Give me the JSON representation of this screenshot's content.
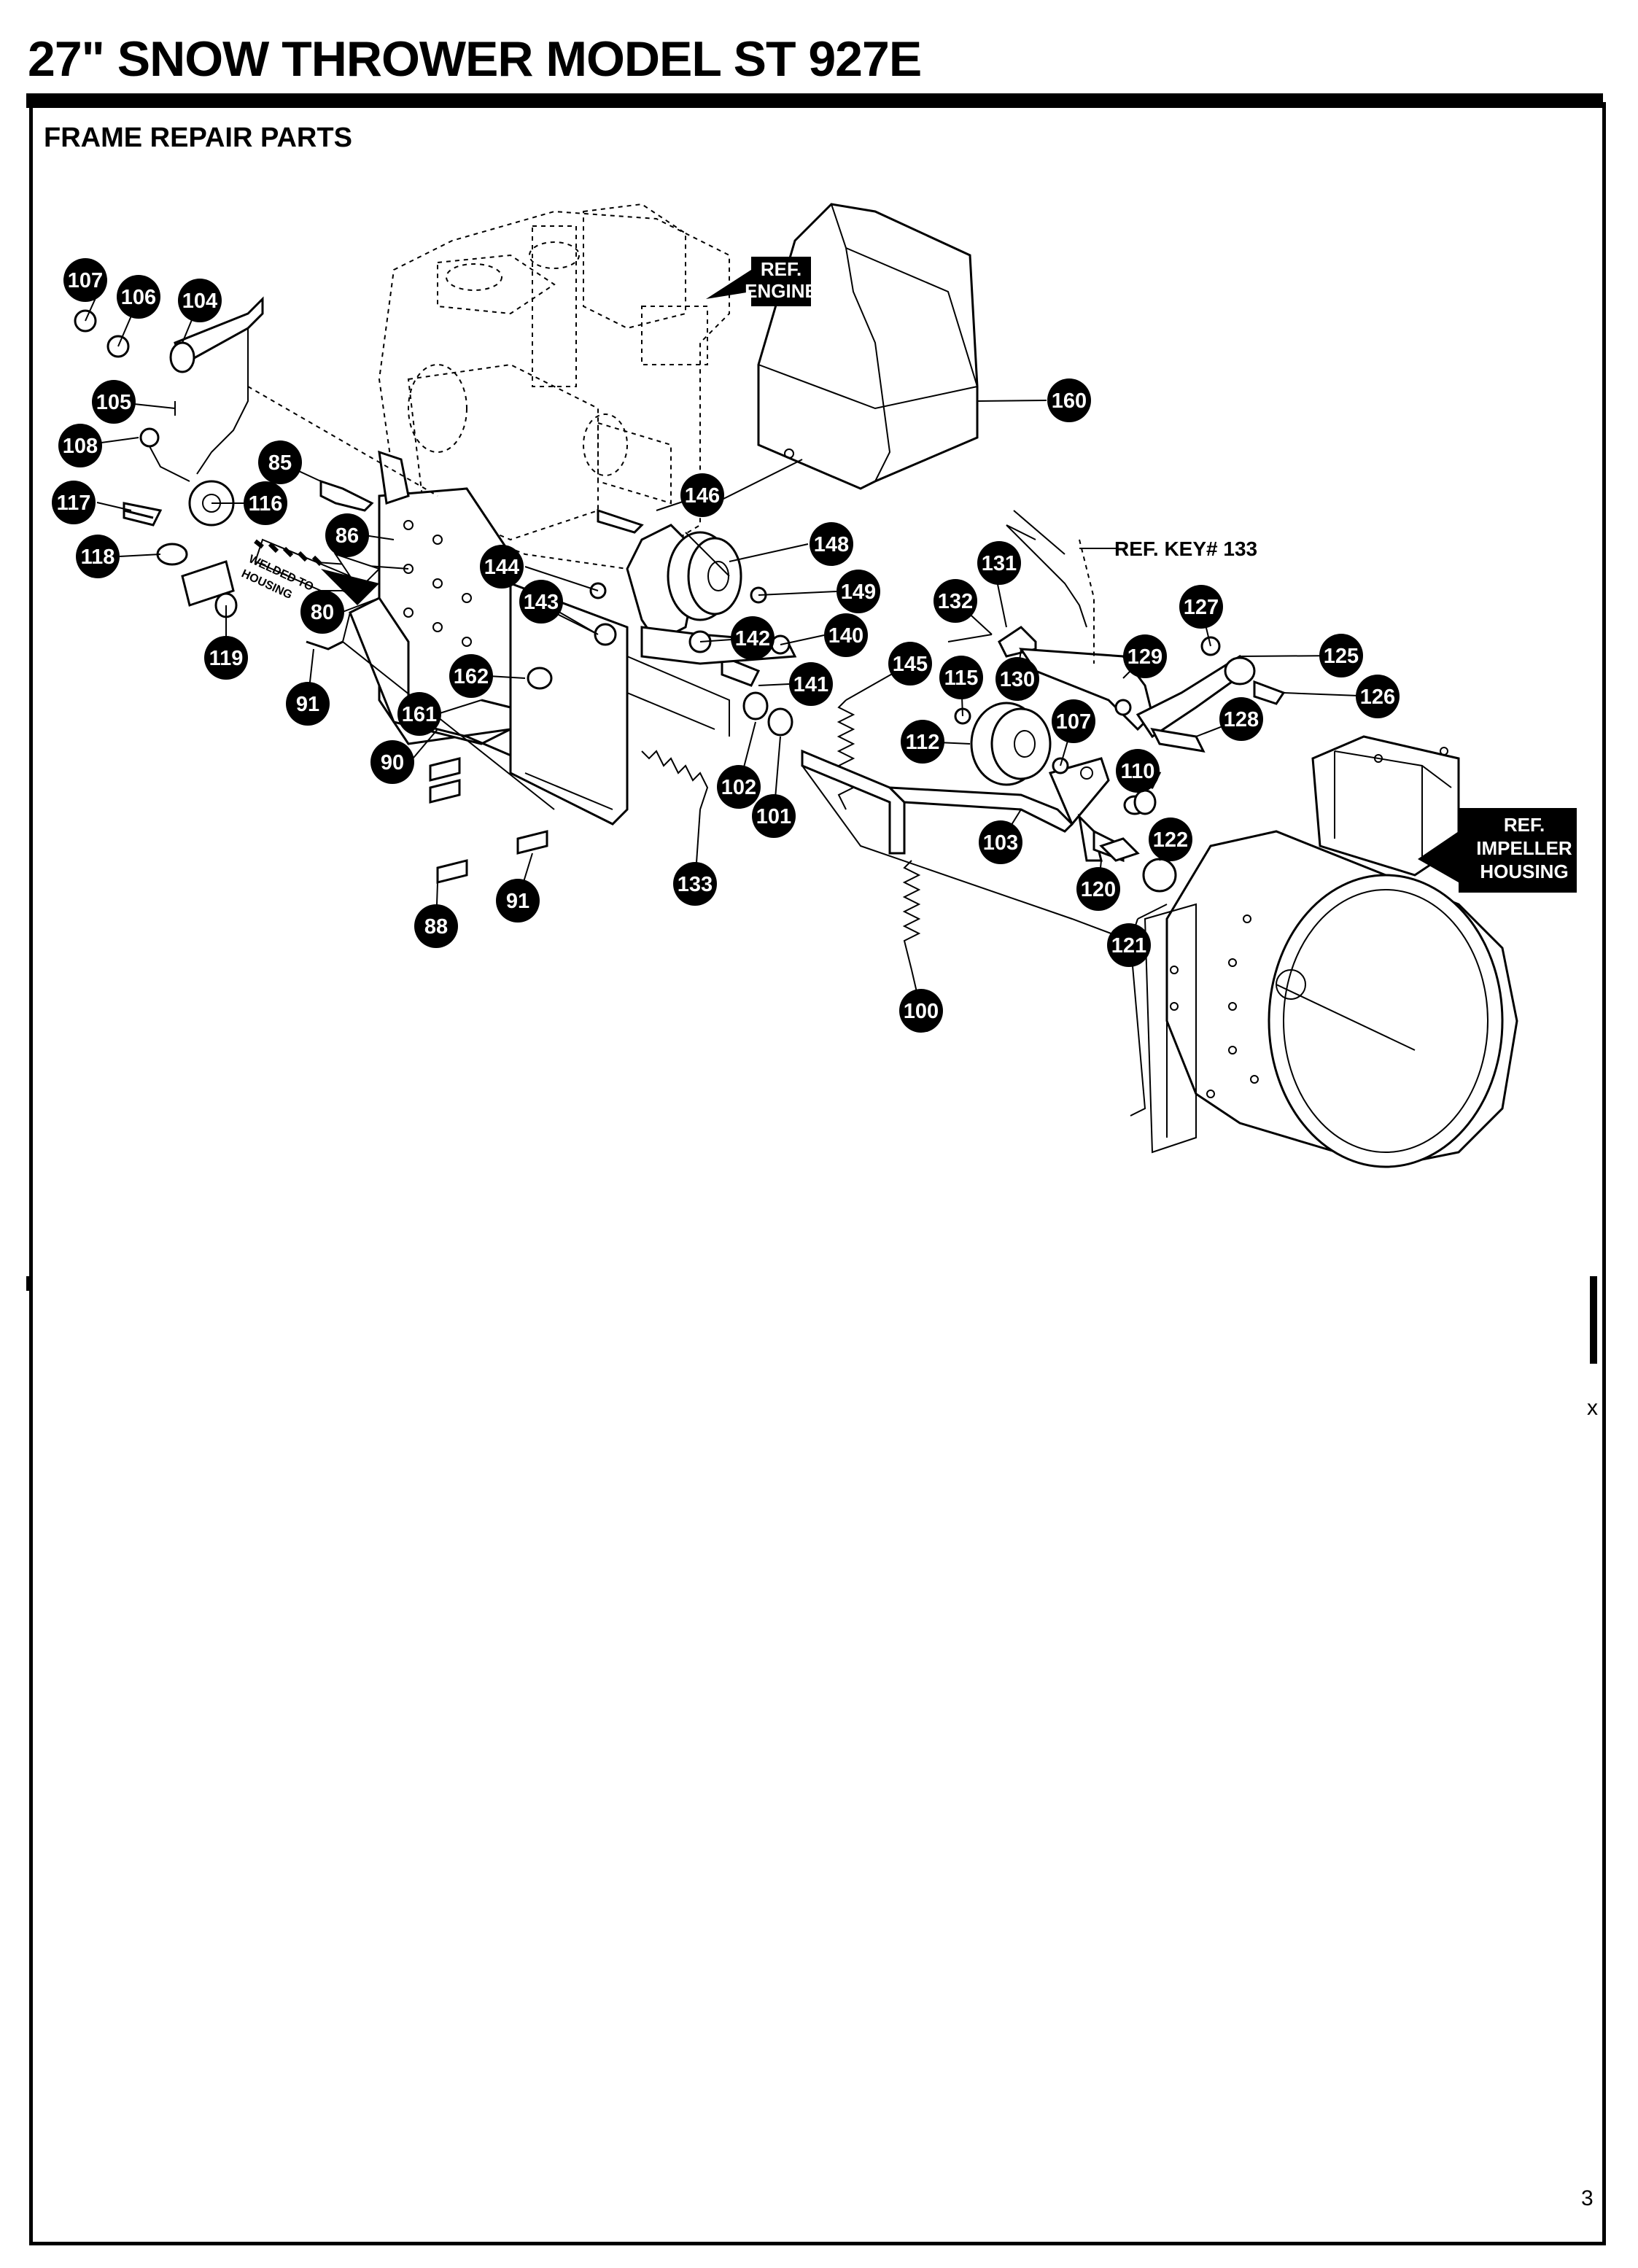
{
  "page": {
    "title": "27\" SNOW THROWER MODEL ST 927E",
    "section_title": "FRAME  REPAIR PARTS",
    "margin_marks": [
      "x",
      "3"
    ]
  },
  "references": {
    "engine": [
      "REF.",
      "ENGINE"
    ],
    "impeller_housing": [
      "REF.",
      "IMPELLER",
      "HOUSING"
    ],
    "ref_key": "REF. KEY# 133",
    "welded": [
      "WELDED TO",
      "HOUSING"
    ]
  },
  "callouts": [
    {
      "id": "c107a",
      "label": "107"
    },
    {
      "id": "c106",
      "label": "106"
    },
    {
      "id": "c104",
      "label": "104"
    },
    {
      "id": "c105",
      "label": "105"
    },
    {
      "id": "c108",
      "label": "108"
    },
    {
      "id": "c85",
      "label": "85"
    },
    {
      "id": "c117",
      "label": "117"
    },
    {
      "id": "c116",
      "label": "116"
    },
    {
      "id": "c86",
      "label": "86"
    },
    {
      "id": "c118",
      "label": "118"
    },
    {
      "id": "c80",
      "label": "80"
    },
    {
      "id": "c119",
      "label": "119"
    },
    {
      "id": "c91a",
      "label": "91"
    },
    {
      "id": "c162",
      "label": "162"
    },
    {
      "id": "c161",
      "label": "161"
    },
    {
      "id": "c90",
      "label": "90"
    },
    {
      "id": "c88",
      "label": "88"
    },
    {
      "id": "c91b",
      "label": "91"
    },
    {
      "id": "c160",
      "label": "160"
    },
    {
      "id": "c146",
      "label": "146"
    },
    {
      "id": "c148",
      "label": "148"
    },
    {
      "id": "c144",
      "label": "144"
    },
    {
      "id": "c143",
      "label": "143"
    },
    {
      "id": "c149",
      "label": "149"
    },
    {
      "id": "c142",
      "label": "142"
    },
    {
      "id": "c140",
      "label": "140"
    },
    {
      "id": "c141",
      "label": "141"
    },
    {
      "id": "c145",
      "label": "145"
    },
    {
      "id": "c102",
      "label": "102"
    },
    {
      "id": "c101",
      "label": "101"
    },
    {
      "id": "c133",
      "label": "133"
    },
    {
      "id": "c131",
      "label": "131"
    },
    {
      "id": "c132",
      "label": "132"
    },
    {
      "id": "c115",
      "label": "115"
    },
    {
      "id": "c130",
      "label": "130"
    },
    {
      "id": "c112",
      "label": "112"
    },
    {
      "id": "c107b",
      "label": "107"
    },
    {
      "id": "c103",
      "label": "103"
    },
    {
      "id": "c100",
      "label": "100"
    },
    {
      "id": "c127",
      "label": "127"
    },
    {
      "id": "c129",
      "label": "129"
    },
    {
      "id": "c125",
      "label": "125"
    },
    {
      "id": "c126",
      "label": "126"
    },
    {
      "id": "c128",
      "label": "128"
    },
    {
      "id": "c110",
      "label": "110"
    },
    {
      "id": "c122",
      "label": "122"
    },
    {
      "id": "c120",
      "label": "120"
    },
    {
      "id": "c121",
      "label": "121"
    }
  ]
}
